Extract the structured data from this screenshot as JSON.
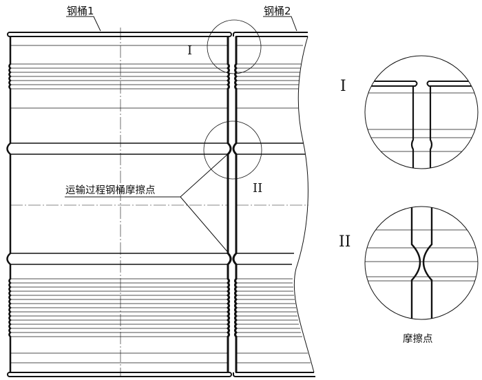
{
  "labels": {
    "drum1": "钢桶1",
    "drum2": "钢桶2",
    "friction_callout": "运输过程钢桶摩擦点",
    "detail_I_marker": "I",
    "detail_II_marker": "II",
    "detail_I_title": "I",
    "detail_II_title": "II",
    "detail_II_caption": "摩擦点"
  },
  "colors": {
    "line": "#111111",
    "background": "#ffffff"
  }
}
